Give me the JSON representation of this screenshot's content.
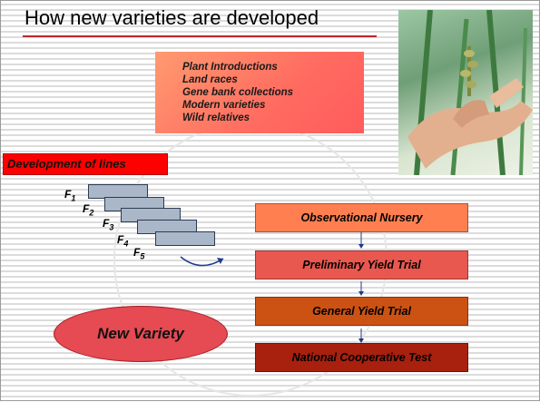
{
  "title": "How new varieties are developed",
  "germplasm_sources": [
    "Plant Introductions",
    "Land races",
    "Gene bank collections",
    "Modern varieties",
    "Wild relatives"
  ],
  "development_label": "Development of lines",
  "generations": [
    {
      "letter": "F",
      "sub": "1"
    },
    {
      "letter": "F",
      "sub": "2"
    },
    {
      "letter": "F",
      "sub": "3"
    },
    {
      "letter": "F",
      "sub": "4"
    },
    {
      "letter": "F",
      "sub": "5"
    }
  ],
  "stages": [
    {
      "label": "Observational Nursery",
      "color": "#ff7f50"
    },
    {
      "label": "Preliminary Yield Trial",
      "color": "#e8584f"
    },
    {
      "label": "General Yield Trial",
      "color": "#cc5214"
    },
    {
      "label": "National Cooperative Test",
      "color": "#a8200e"
    }
  ],
  "new_variety_label": "New Variety",
  "photo_icon": "plant-panicle-photo"
}
